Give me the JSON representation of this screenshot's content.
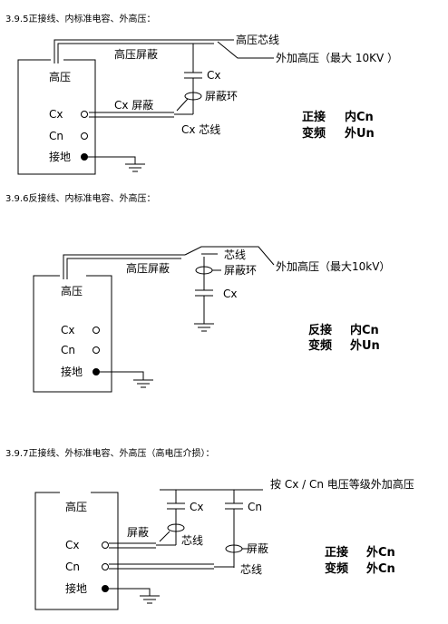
{
  "sections": [
    {
      "heading": "3.9.5正接线、内标准电容、外高压：",
      "box": {
        "title": "高压",
        "cx": "Cx",
        "cn": "Cn",
        "ground": "接地"
      },
      "labels": {
        "hv_shield": "高压屏蔽",
        "hv_core": "高压芯线",
        "ext_hv": "外加高压（最大 10KV ）",
        "cap": "Cx",
        "cx_shield": "Cx 屏蔽",
        "shield_ring": "屏蔽环",
        "cx_core": "Cx 芯线"
      },
      "table": [
        {
          "mode": "正接",
          "value": "内Cn"
        },
        {
          "mode": "变频",
          "value": "外Un"
        }
      ]
    },
    {
      "heading": "3.9.6反接线、内标准电容、外高压：",
      "box": {
        "title": "高压",
        "cx": "Cx",
        "cn": "Cn",
        "ground": "接地"
      },
      "labels": {
        "hv_shield": "高压屏蔽",
        "core": "芯线",
        "shield_ring": "屏蔽环",
        "ext_hv": "外加高压（最大10kV）",
        "cap": "Cx"
      },
      "table": [
        {
          "mode": "反接",
          "value": "内Cn"
        },
        {
          "mode": "变频",
          "value": "外Un"
        }
      ]
    },
    {
      "heading": "3.9.7正接线、外标准电容、外高压（高电压介损）：",
      "box": {
        "title": "高压",
        "cx": "Cx",
        "cn": "Cn",
        "ground": "接地"
      },
      "labels": {
        "ext_hv": "按 Cx / Cn 电压等级外加高压",
        "cap_cx": "Cx",
        "cap_cn": "Cn",
        "shield_left": "屏蔽",
        "core_left": "芯线",
        "shield_right": "屏蔽",
        "core_right": "芯线"
      },
      "table": [
        {
          "mode": "正接",
          "value": "外Cn"
        },
        {
          "mode": "变频",
          "value": "外Cn"
        }
      ]
    }
  ]
}
